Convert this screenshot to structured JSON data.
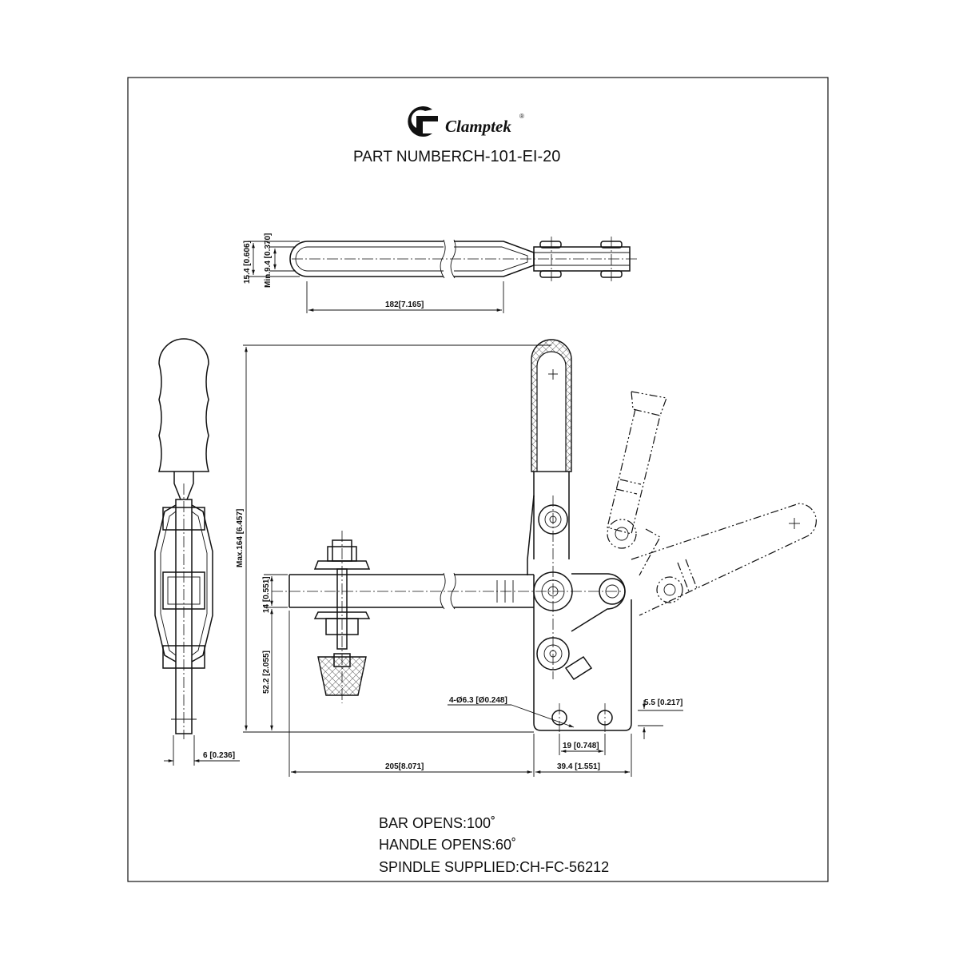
{
  "brand": {
    "name": "Clamptek",
    "registered_mark": "®"
  },
  "header": {
    "part_number_label": "PART NUMBER:",
    "part_number_value": "CH-101-EI-20"
  },
  "dimensions": {
    "thickness_outer": "15.4 [0.606]",
    "thickness_inner": "Min.9.4 [0.370]",
    "handle_length": "182[7.165]",
    "overall_height": "Max.164 [6.457]",
    "bar_thickness": "14 [0.551]",
    "bar_height": "52.2 [2.055]",
    "reach": "205[8.071]",
    "base_width": "39.4 [1.551]",
    "hole_spacing": "19 [0.748]",
    "mounting_holes": "4-Ø6.3 [Ø0.248]",
    "hole_edge": "5.5 [0.217]",
    "base_thickness": "6 [0.236]"
  },
  "notes": {
    "bar_opens": "BAR OPENS:100˚",
    "handle_opens": "HANDLE OPENS:60˚",
    "spindle": "SPINDLE SUPPLIED:CH-FC-56212"
  },
  "colors": {
    "line": "#111111",
    "background": "#ffffff"
  }
}
